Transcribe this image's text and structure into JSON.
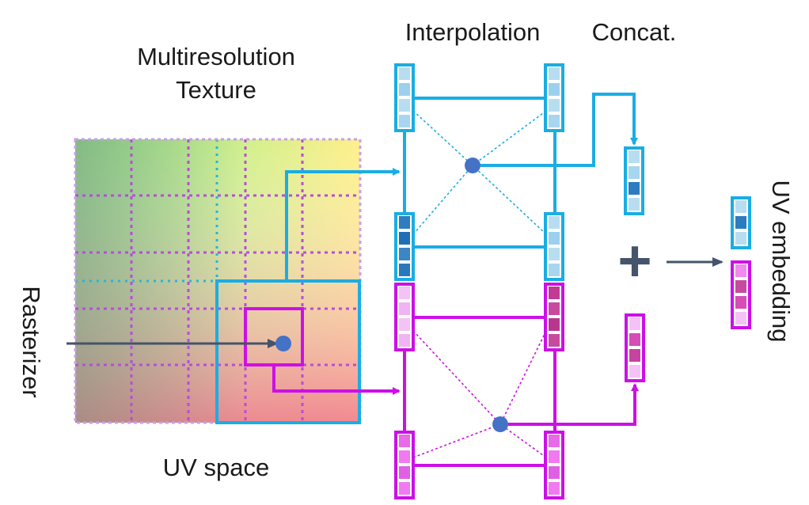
{
  "labels": {
    "multires_line1": "Multiresolution",
    "multires_line2": "Texture",
    "uv_space": "UV space",
    "rasterizer": "Rasterizer",
    "interpolation": "Interpolation",
    "concat": "Concat.",
    "uv_embedding": "UV embedding"
  },
  "colors": {
    "blue": "#1AADE4",
    "magenta": "#CC10E6",
    "dot": "#4472C4",
    "arrow_dark": "#44546A",
    "grid_purple": "#B34FD9",
    "grid_cyan": "#22B6DE"
  },
  "feature_vectors": {
    "blue_top_left": [
      "#B8DDF1",
      "#9DD0EE",
      "#B8DDF1",
      "#A8D5EF"
    ],
    "blue_top_right": [
      "#B8DDF1",
      "#9DD0EE",
      "#B8DDF1",
      "#A8D5EF"
    ],
    "blue_bot_left": [
      "#2E7DC0",
      "#1F6FB5",
      "#3A86C6",
      "#2A78BC"
    ],
    "blue_bot_right": [
      "#B8DDF1",
      "#9DD0EE",
      "#B8DDF1",
      "#A8D5EF"
    ],
    "blue_concat": [
      "#B8DDF1",
      "#A8D5EF",
      "#2D7CC0",
      "#B8DDF1"
    ],
    "mag_top_left": [
      "#F4C2F6",
      "#F0B4F4",
      "#F4C2F6",
      "#F0B4F4"
    ],
    "mag_top_right": [
      "#C13A94",
      "#C74A9E",
      "#B8378E",
      "#C74A9E"
    ],
    "mag_bot_left": [
      "#E86AE8",
      "#F27AF0",
      "#E060E4",
      "#F27AF0"
    ],
    "mag_bot_right": [
      "#E86AE8",
      "#F27AF0",
      "#E060E4",
      "#F27AF0"
    ],
    "mag_concat": [
      "#F4C2F6",
      "#D64DB5",
      "#C7439F",
      "#F4C2F6"
    ],
    "out_blue": [
      "#B8DDF1",
      "#2D7CC0",
      "#B8DDF1"
    ],
    "out_mag": [
      "#F08AEE",
      "#C74A9E",
      "#D64DB5",
      "#F4C2F6"
    ]
  },
  "operator": "+"
}
